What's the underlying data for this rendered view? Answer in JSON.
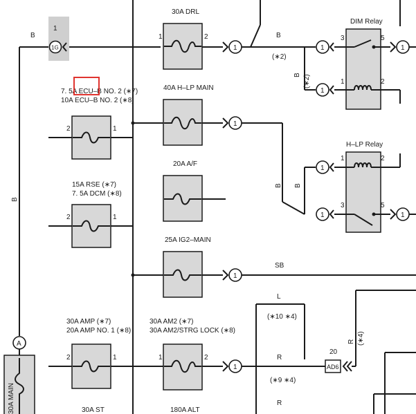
{
  "colors": {
    "highlight": "#e0342f",
    "fuse_fill": "#d8d8d8",
    "connector_bg": "#cfcfcf"
  },
  "wire_labels": {
    "b": "B",
    "sb": "SB",
    "l": "L",
    "r": "R"
  },
  "connector_1g": {
    "pin": "1",
    "code": "1G"
  },
  "connector_a": "A",
  "connector_ad6": {
    "pin": "20",
    "code": "AD6"
  },
  "connector_one": "1",
  "notes": {
    "n2": "(∗2)",
    "n4": "(∗4)",
    "n10_4": "(∗10 ∗4)",
    "n9_4": "(∗9 ∗4)"
  },
  "fuses": {
    "drl": {
      "label": "30A DRL",
      "pin_in": "1",
      "pin_out": "2"
    },
    "hlp_main": {
      "label": "40A H–LP MAIN"
    },
    "ecub": {
      "line1": "7. 5A ECU–B NO. 2 (∗7)",
      "line2": "10A ECU–B NO. 2 (∗8)",
      "pin_in": "2",
      "pin_out": "1"
    },
    "af": {
      "label": "20A A/F"
    },
    "rse": {
      "line1": "15A RSE (∗7)",
      "line2": "7. 5A DCM (∗8)",
      "pin_in": "2",
      "pin_out": "1"
    },
    "ig2": {
      "label": "25A IG2–MAIN"
    },
    "amp": {
      "line1": "30A AMP (∗7)",
      "line2": "20A AMP NO. 1 (∗8)",
      "pin_in": "2",
      "pin_out": "1"
    },
    "am2": {
      "line1": "30A AM2 (∗7)",
      "line2": "30A AM2/STRG LOCK (∗8)",
      "pin_in": "1",
      "pin_out": "2"
    },
    "st": {
      "label": "30A ST"
    },
    "alt": {
      "label": "180A ALT"
    },
    "main_side": {
      "label": "30A MAIN"
    }
  },
  "relays": {
    "dim": {
      "label": "DIM Relay",
      "pins": [
        "3",
        "5",
        "1",
        "2"
      ]
    },
    "hlp": {
      "label": "H–LP Relay",
      "pins": [
        "1",
        "2",
        "3",
        "5"
      ]
    }
  }
}
